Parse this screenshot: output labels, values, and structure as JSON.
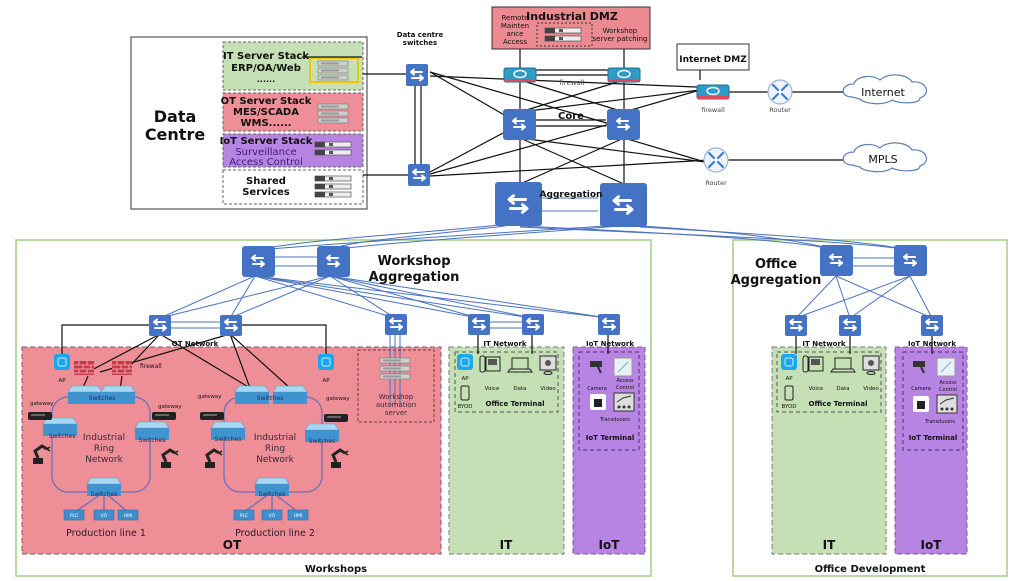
{
  "colors": {
    "switch_blue": "#4472c4",
    "ot_pink": "#ee8e97",
    "it_green": "#c5e0b4",
    "iot_purple": "#b884e4",
    "zone_border_green": "#a9d18e",
    "dmz_pink": "#ec8a91",
    "link_blue": "#4a72c0",
    "ap_cyan": "#1aa7ec"
  },
  "data_centre": {
    "title_line1": "Data",
    "title_line2": "Centre",
    "stacks": [
      {
        "title": "IT Server Stack",
        "lines": [
          "ERP/OA/Web",
          "......"
        ]
      },
      {
        "title": "OT Server Stack",
        "lines": [
          "MES/SCADA",
          "WMS......"
        ]
      },
      {
        "title": "IoT Server Stack",
        "lines": [
          "Surveillance",
          "Access Control"
        ]
      },
      {
        "title": "Shared",
        "lines": [
          "Services"
        ]
      }
    ],
    "switches_label_line1": "Data centre",
    "switches_label_line2": "switches"
  },
  "industrial_dmz": {
    "title": "Industrial DMZ",
    "left_text": [
      "Remote",
      "Mainten",
      "ance",
      "Access"
    ],
    "right_text": [
      "Workshop",
      "server patching"
    ],
    "firewall_label": "firewall"
  },
  "internet_dmz": {
    "title": "Internet DMZ",
    "firewall_label": "firewall",
    "router_label": "Router",
    "cloud_label": "Internet"
  },
  "mpls": {
    "router_label": "Router",
    "cloud_label": "MPLS"
  },
  "core": {
    "label": "Core"
  },
  "aggregation": {
    "label": "Aggregation"
  },
  "workshops": {
    "zone_label": "Workshops",
    "aggregation_line1": "Workshop",
    "aggregation_line2": "Aggregation",
    "ot": {
      "zone_label": "OT",
      "network_label": "OT Network",
      "ap_label": "AP",
      "firewall_label": "firewall",
      "gateway_label": "gateway",
      "switches_label": "Switches",
      "ring_label": [
        "Industrial",
        "Ring",
        "Network"
      ],
      "devices": [
        "PLC",
        "I/O",
        "HMI"
      ],
      "lines": [
        "Production line 1",
        "Production line 2"
      ],
      "automation_server": [
        "Workshop",
        "automation",
        "server"
      ]
    },
    "it": {
      "zone_label": "IT",
      "network_label": "IT Network",
      "terminal_label": "Office Terminal",
      "devices": [
        "AP",
        "Voice",
        "Data",
        "Video",
        "BYOD"
      ]
    },
    "iot": {
      "zone_label": "IoT",
      "network_label": "IoT Network",
      "terminal_label": "IoT Terminal",
      "devices": [
        "Camera",
        "Access",
        "Control",
        "Transducers"
      ]
    }
  },
  "office": {
    "zone_label": "Office Development",
    "aggregation_line1": "Office",
    "aggregation_line2": "Aggregation",
    "it": {
      "zone_label": "IT",
      "network_label": "IT Network",
      "terminal_label": "Office Terminal",
      "devices": [
        "AP",
        "Voice",
        "Data",
        "Video",
        "BYOD"
      ]
    },
    "iot": {
      "zone_label": "IoT",
      "network_label": "IoT Network",
      "terminal_label": "IoT Terminal",
      "devices": [
        "Camera",
        "Access",
        "Control",
        "Transducers"
      ]
    }
  }
}
